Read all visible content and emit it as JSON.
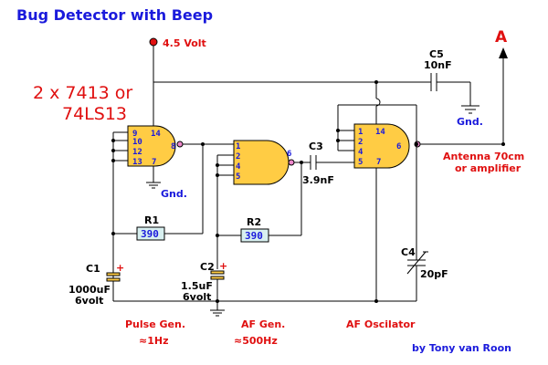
{
  "title": "Bug Detector with Beep",
  "supply": "4.5 Volt",
  "chip_note": [
    "2 x 7413 or",
    "74LS13"
  ],
  "gnd": "Gnd.",
  "gate1": {
    "pins_in": [
      "9",
      "10",
      "12",
      "13"
    ],
    "pin_vcc": "14",
    "pin_gnd": "7",
    "pin_out": "8"
  },
  "gate2": {
    "pins_in": [
      "1",
      "2",
      "4",
      "5"
    ],
    "pin_out": "6"
  },
  "gate3": {
    "pins_in": [
      "1",
      "2",
      "4",
      "5"
    ],
    "pin_vcc": "14",
    "pin_gnd": "7",
    "pin_out": "6"
  },
  "components": {
    "r1": {
      "name": "R1",
      "value": "390"
    },
    "r2": {
      "name": "R2",
      "value": "390"
    },
    "c1": {
      "name": "C1",
      "value": "1000uF",
      "rating": "6volt",
      "polarity": "+"
    },
    "c2": {
      "name": "C2",
      "value": "1.5uF",
      "rating": "6volt",
      "polarity": "+"
    },
    "c3": {
      "name": "C3",
      "value": "3.9nF"
    },
    "c4": {
      "name": "C4",
      "value": "20pF"
    },
    "c5": {
      "name": "C5",
      "value": "10nF"
    }
  },
  "antenna": {
    "label": "A",
    "note": [
      "Antenna 70cm",
      "or amplifier"
    ]
  },
  "sections": {
    "pulse": [
      "Pulse Gen.",
      "≈1Hz"
    ],
    "af_gen": [
      "AF Gen.",
      "≈500Hz"
    ],
    "af_osc": "AF Oscilator"
  },
  "credit": "by Tony van Roon",
  "colors": {
    "title": "#1a1adc",
    "accent": "#e01010",
    "gate": "#ffcc44",
    "bubble": "#ee88cc",
    "resistor": "#d8f0f0"
  }
}
